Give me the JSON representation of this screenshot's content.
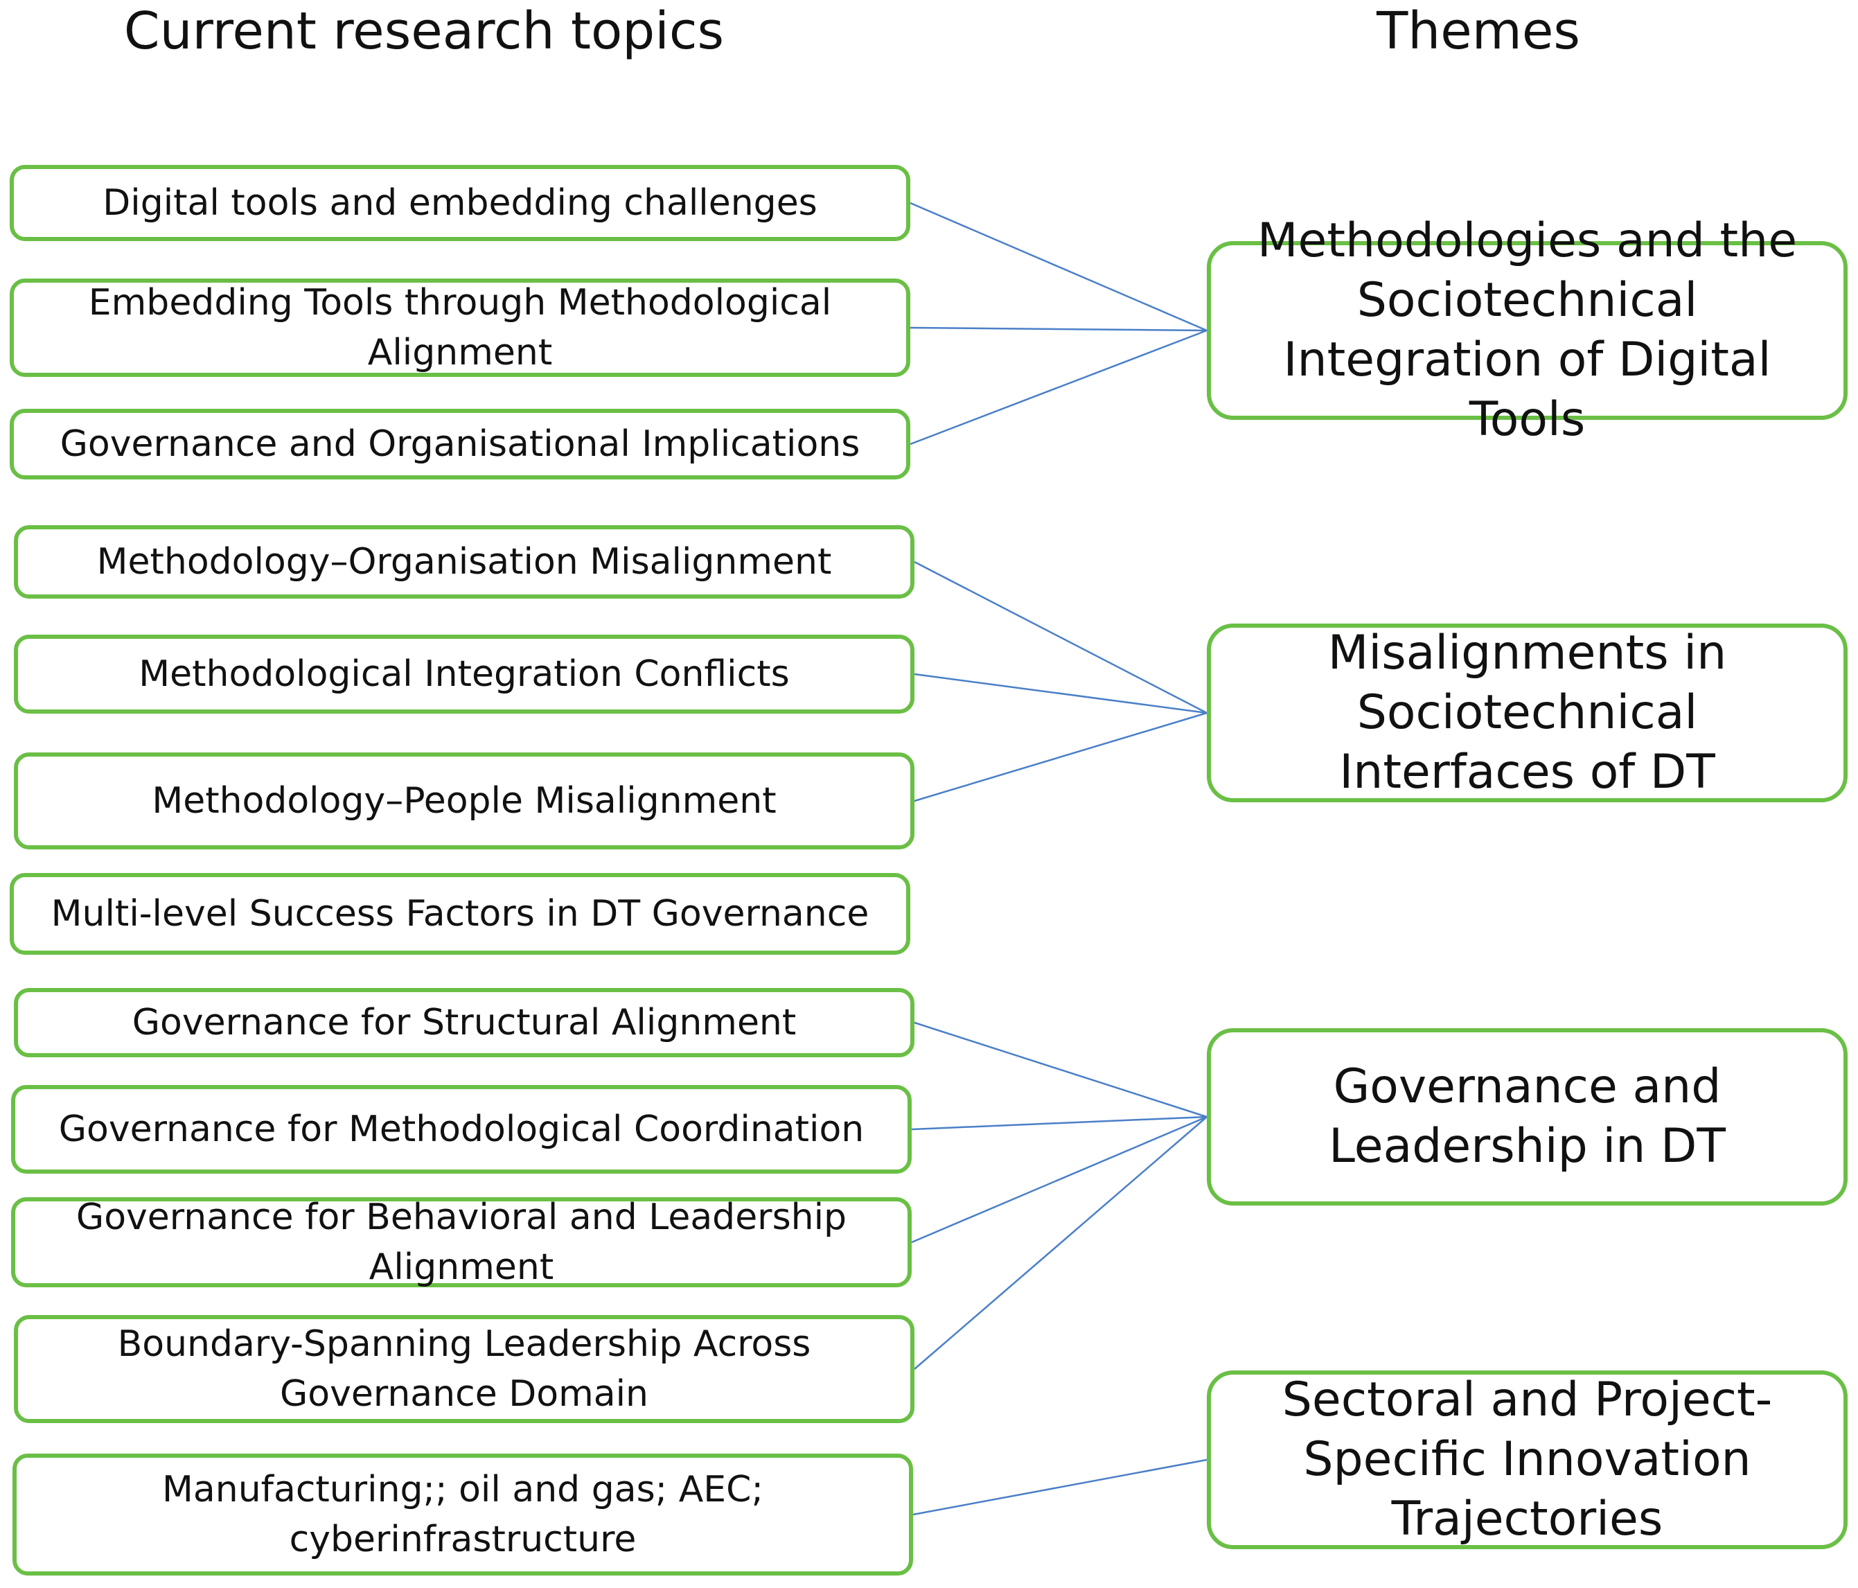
{
  "headings": {
    "topics": "Current research topics",
    "themes": "Themes"
  },
  "topics": [
    "Digital tools and embedding challenges",
    "Embedding Tools through Methodological Alignment",
    "Governance and Organisational Implications",
    "Methodology–Organisation Misalignment",
    "Methodological Integration Conflicts",
    "Methodology–People Misalignment",
    "Multi-level Success Factors in DT Governance",
    "Governance for Structural Alignment",
    "Governance for Methodological Coordination",
    "Governance for Behavioral and Leadership Alignment",
    "Boundary-Spanning Leadership Across Governance Domain",
    "Manufacturing;; oil and gas; AEC; cyberinfrastructure"
  ],
  "themes": [
    "Methodologies and the Sociotechnical Integration of Digital Tools",
    "Misalignments in Sociotechnical Interfaces of DT",
    "Governance and Leadership in DT",
    "Sectoral and Project-Specific Innovation Trajectories"
  ],
  "links": [
    {
      "topic": 0,
      "theme": 0
    },
    {
      "topic": 1,
      "theme": 0
    },
    {
      "topic": 2,
      "theme": 0
    },
    {
      "topic": 3,
      "theme": 1
    },
    {
      "topic": 4,
      "theme": 1
    },
    {
      "topic": 5,
      "theme": 1
    },
    {
      "topic": 7,
      "theme": 2
    },
    {
      "topic": 8,
      "theme": 2
    },
    {
      "topic": 9,
      "theme": 2
    },
    {
      "topic": 10,
      "theme": 2
    },
    {
      "topic": 11,
      "theme": 3
    }
  ],
  "colors": {
    "box_border": "#6abf45",
    "link": "#4a7fc8"
  }
}
